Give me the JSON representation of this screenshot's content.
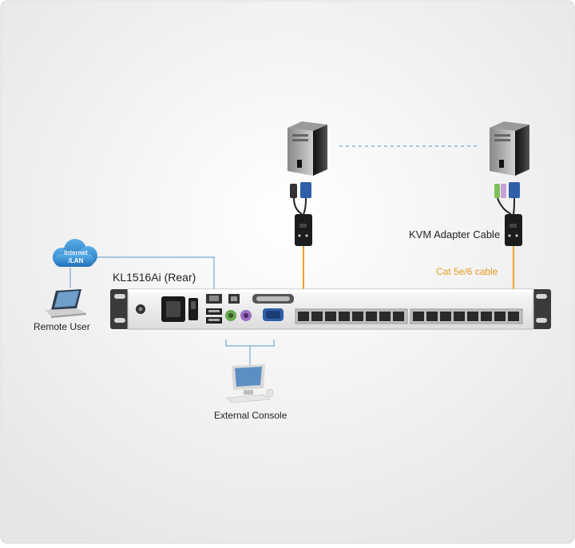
{
  "diagram": {
    "device_label": "KL1516Ai (Rear)",
    "cloud_label_line1": "Internet",
    "cloud_label_line2": "/LAN",
    "remote_user_label": "Remote User",
    "external_console_label": "External Console",
    "adapter_label": "KVM Adapter Cable",
    "cable_label": "Cat 5e/6 cable"
  },
  "colors": {
    "cable": "#f0a12b",
    "cable_label": "#e59a1e",
    "cloud": "#2d86cf",
    "dashed_link": "#8fb7d9",
    "rack_panel": "#f2f2f2",
    "ears": "#3a3a3a"
  }
}
